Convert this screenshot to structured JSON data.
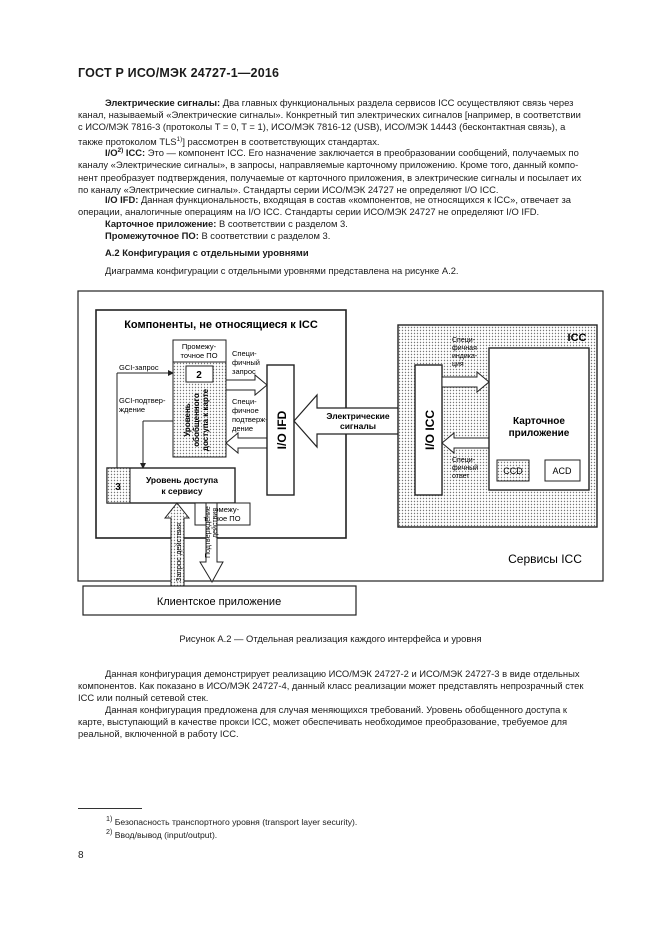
{
  "header": "ГОСТ Р ИСО/МЭК 24727-1—2016",
  "p1": {
    "term": "Электрические сигналы:",
    "line1": "Два главных функциональных раздела сервисов ICC осуществляют связь через",
    "line2": "канал, называемый «Электрические сигналы». Конкретный тип электрических сигналов [например, в соответствии",
    "line3": "с ИСО/МЭК 7816-3 (протоколы T = 0, T = 1), ИСО/МЭК 7816-12 (USB), ИСО/МЭК 14443 (бесконтактная связь), а",
    "line4a": "также протоколом TLS",
    "line4sup": "1)",
    "line4b": "] рассмотрен в соответствующих стандартах."
  },
  "p2": {
    "term_a": "I/O",
    "term_sup": "2)",
    "term_b": " ICC:",
    "line1": "Это — компонент ICC. Его назначение заключается в преобразовании сообщений, получаемых по",
    "line2": "каналу «Электрические сигналы», в запросы, направляемые карточному приложению. Кроме того, данный компо-",
    "line3": "нент преобразует подтверждения, получаемые от карточного приложения, в электрические сигналы и посылает их",
    "line4": "по каналу «Электрические сигналы». Стандарты серии ИСО/МЭК 24727 не определяют I/O ICC."
  },
  "p3": {
    "term": "I/O IFD:",
    "line1": "Данная функциональность, входящая в состав «компонентов, не относящихся к ICC», отвечает за",
    "line2": "операции, аналогичные операциям на I/O ICC. Стандарты серии ИСО/МЭК 24727 не определяют I/O IFD."
  },
  "p4": {
    "term": "Карточное приложение:",
    "text": "В соответствии с разделом 3."
  },
  "p5": {
    "term": "Промежуточное ПО:",
    "text": "В соответствии с разделом 3."
  },
  "section": "А.2  Конфигурация с отдельными уровнями",
  "intro": "Диаграмма конфигурации с отдельными уровнями представлена на рисунке А.2.",
  "figure": {
    "non_icc_title": "Компоненты, не относящиеся к ICC",
    "middleware_top": [
      "Промежу-",
      "точное ПО"
    ],
    "gci_request": "GCI-запрос",
    "gci_confirm": [
      "GCI-подтвер-",
      "ждение"
    ],
    "box2": "2",
    "generic_access": [
      "Уровень",
      "обобщенного",
      "доступа к карте"
    ],
    "spec_request": [
      "Специ-",
      "фичный",
      "запрос"
    ],
    "spec_confirm": [
      "Специ-",
      "фичное",
      "подтверж-",
      "дение"
    ],
    "io_ifd": "I/O IFD",
    "electric": [
      "Электрические",
      "сигналы"
    ],
    "io_icc": "I/O ICC",
    "icc": "ICC",
    "spec_indication": [
      "Специ-",
      "фичная",
      "индика-",
      "ция"
    ],
    "spec_answer": [
      "Специ-",
      "фичный",
      "ответ"
    ],
    "card_app": [
      "Карточное",
      "приложение"
    ],
    "ccd": "CCD",
    "acd": "ACD",
    "box3": "3",
    "service_access": [
      "Уровень доступа",
      "к сервису"
    ],
    "middleware_bottom": [
      "Промежу-",
      "точное ПО"
    ],
    "icc_services": "Сервисы ICC",
    "action_request": "Запрос действия",
    "action_confirm": [
      "Подтверждение",
      "действия"
    ],
    "client_app": "Клиентское приложение"
  },
  "caption": "Рисунок А.2 — Отдельная реализация каждого интерфейса и уровня",
  "p6": {
    "line1": "Данная конфигурация демонстрирует реализацию ИСО/МЭК 24727-2 и ИСО/МЭК 24727-3 в виде отдельных",
    "line2": "компонентов. Как показано в ИСО/МЭК 24727-4, данный класс реализации может представлять непрозрачный стек",
    "line3": "ICC или полный сетевой стек."
  },
  "p7": {
    "line1": "Данная конфигурация предложена для случая меняющихся требований. Уровень обобщенного доступа к",
    "line2": "карте, выступающий в качестве прокси ICC, может обеспечивать необходимое преобразование, требуемое для",
    "line3": "реальной, включенной в работу ICC."
  },
  "footnotes": [
    {
      "mark": "1)",
      "text": "Безопасность транспортного уровня (transport layer security)."
    },
    {
      "mark": "2)",
      "text": "Ввод/вывод (input/output)."
    }
  ],
  "page_number": "8"
}
